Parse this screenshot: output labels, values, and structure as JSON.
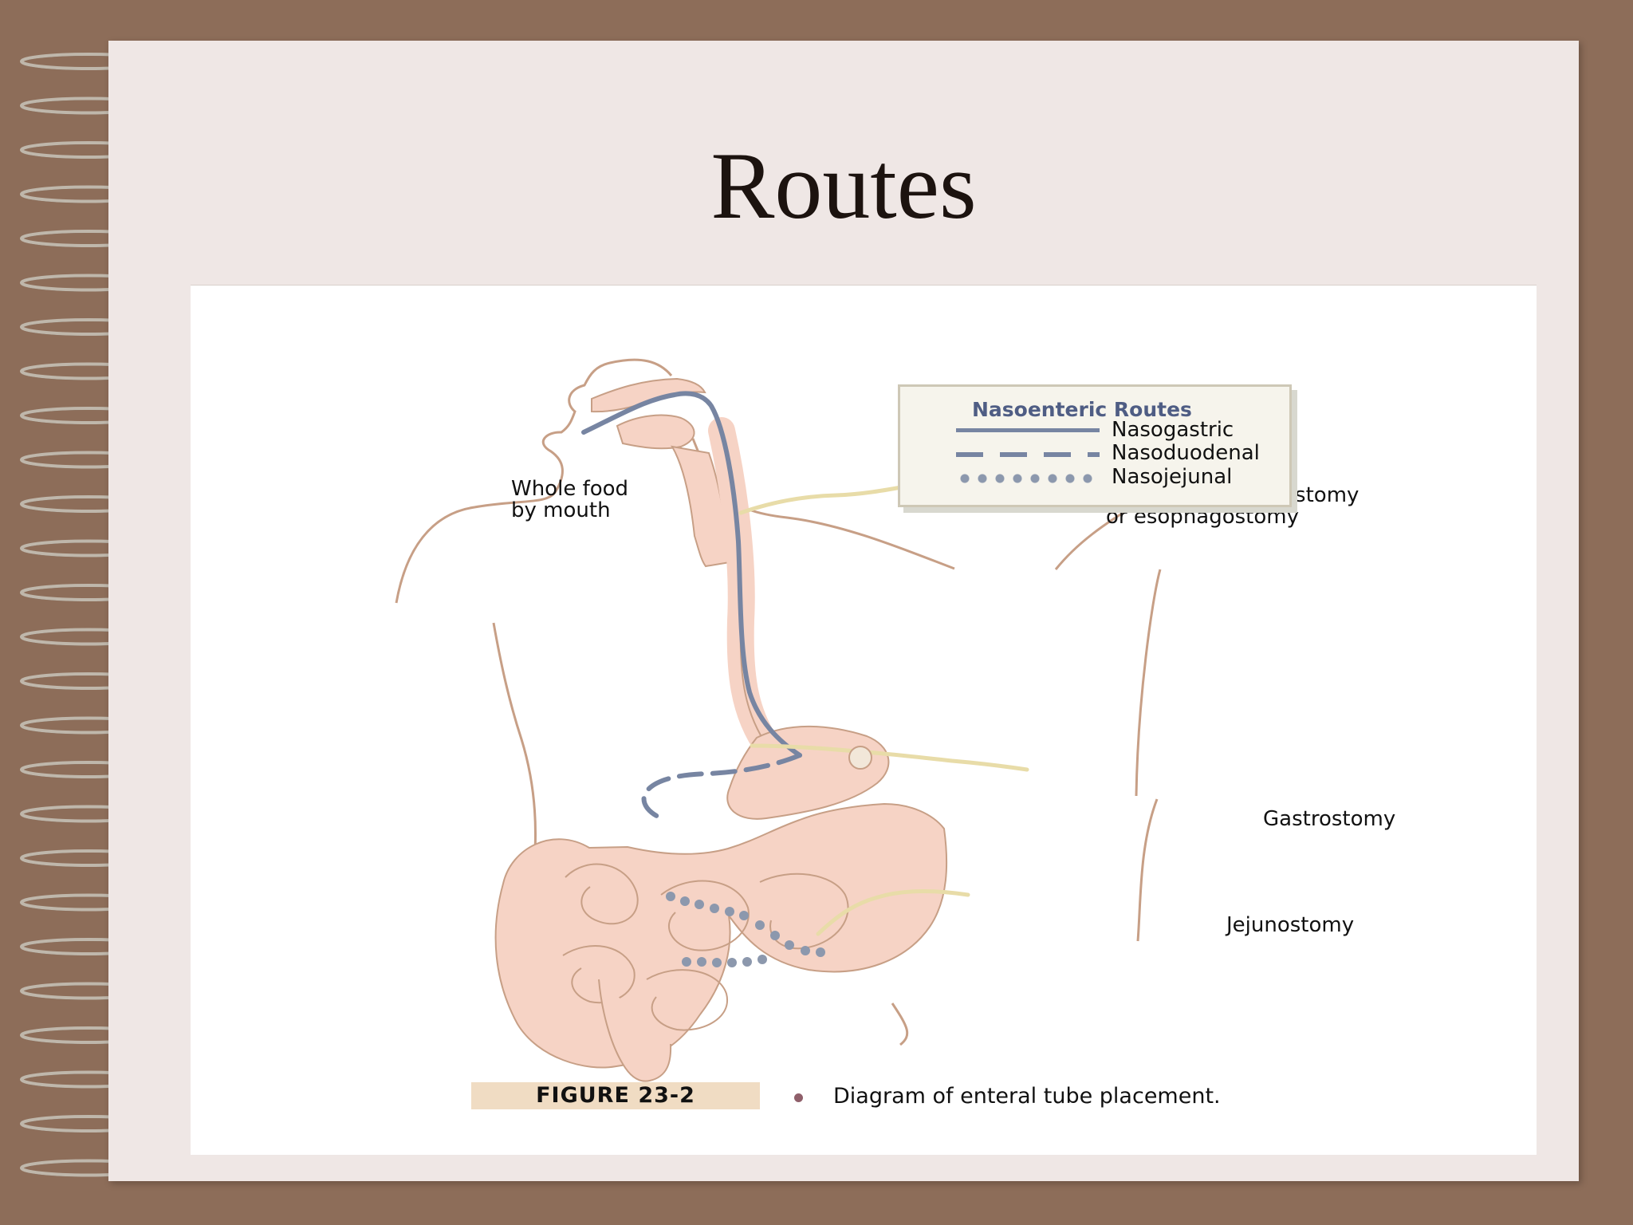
{
  "slide": {
    "title": "Routes"
  },
  "figure": {
    "legend": {
      "title": "Nasoenteric Routes",
      "items": [
        {
          "label": "Nasogastric",
          "style": "solid"
        },
        {
          "label": "Nasoduodenal",
          "style": "dashed"
        },
        {
          "label": "Nasojejunal",
          "style": "dotted"
        }
      ]
    },
    "labels": {
      "whole_food_line1": "Whole food",
      "whole_food_line2": "by mouth",
      "cervical_line1": "Cervical pharyngostomy",
      "cervical_line2": "or esophagostomy",
      "gastrostomy": "Gastrostomy",
      "jejunostomy": "Jejunostomy"
    },
    "caption": {
      "figure_number": "FIGURE 23-2",
      "text": "Diagram of enteral tube placement."
    }
  },
  "colors": {
    "background": "#8d6d59",
    "slide": "#efe7e5",
    "organ_fill": "#f6d3c5",
    "organ_outline": "#c79f86",
    "tube_gray": "#7785a2",
    "ostomy_tube": "#e8dca8"
  }
}
